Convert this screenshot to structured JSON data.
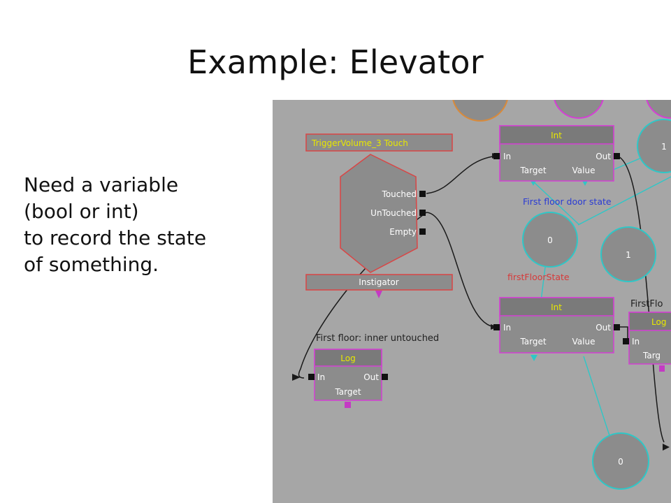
{
  "slide": {
    "title": "Example: Elevator",
    "body": {
      "line1": "Need a variable",
      "line2": "(bool or int)",
      "line3": "to record the state",
      "line4": "of something."
    }
  },
  "kismet": {
    "trigger": {
      "title": "TriggerVolume_3 Touch",
      "out_touched": "Touched",
      "out_untouched": "UnTouched",
      "out_empty": "Empty",
      "var_instigator": "Instigator"
    },
    "int_top": {
      "title": "Int",
      "in": "In",
      "out": "Out",
      "target": "Target",
      "value": "Value"
    },
    "int_bottom": {
      "title": "Int",
      "in": "In",
      "out": "Out",
      "target": "Target",
      "value": "Value"
    },
    "log_left": {
      "title": "Log",
      "in": "In",
      "out": "Out",
      "target": "Target"
    },
    "log_right": {
      "title": "Log",
      "in": "In",
      "target": "Targ"
    },
    "comment_inner_untouched": "First floor: inner untouched",
    "comment_first_floor": "FirstFlo",
    "label_door_state": "First floor door state",
    "label_first_floor_state": "firstFloorState",
    "vars": {
      "var_top_right": "1",
      "var_center": "0",
      "var_right": "1",
      "var_bottom": "0"
    },
    "colors": {
      "canvas": "#a6a6a6",
      "node_body": "#8c8c8c",
      "node_border": "#d43fd4",
      "trigger_border": "#d94545",
      "var_circle": "#8c8c8c",
      "var_link": "#2ec7c7",
      "exec_link": "#1a1a1a"
    }
  }
}
